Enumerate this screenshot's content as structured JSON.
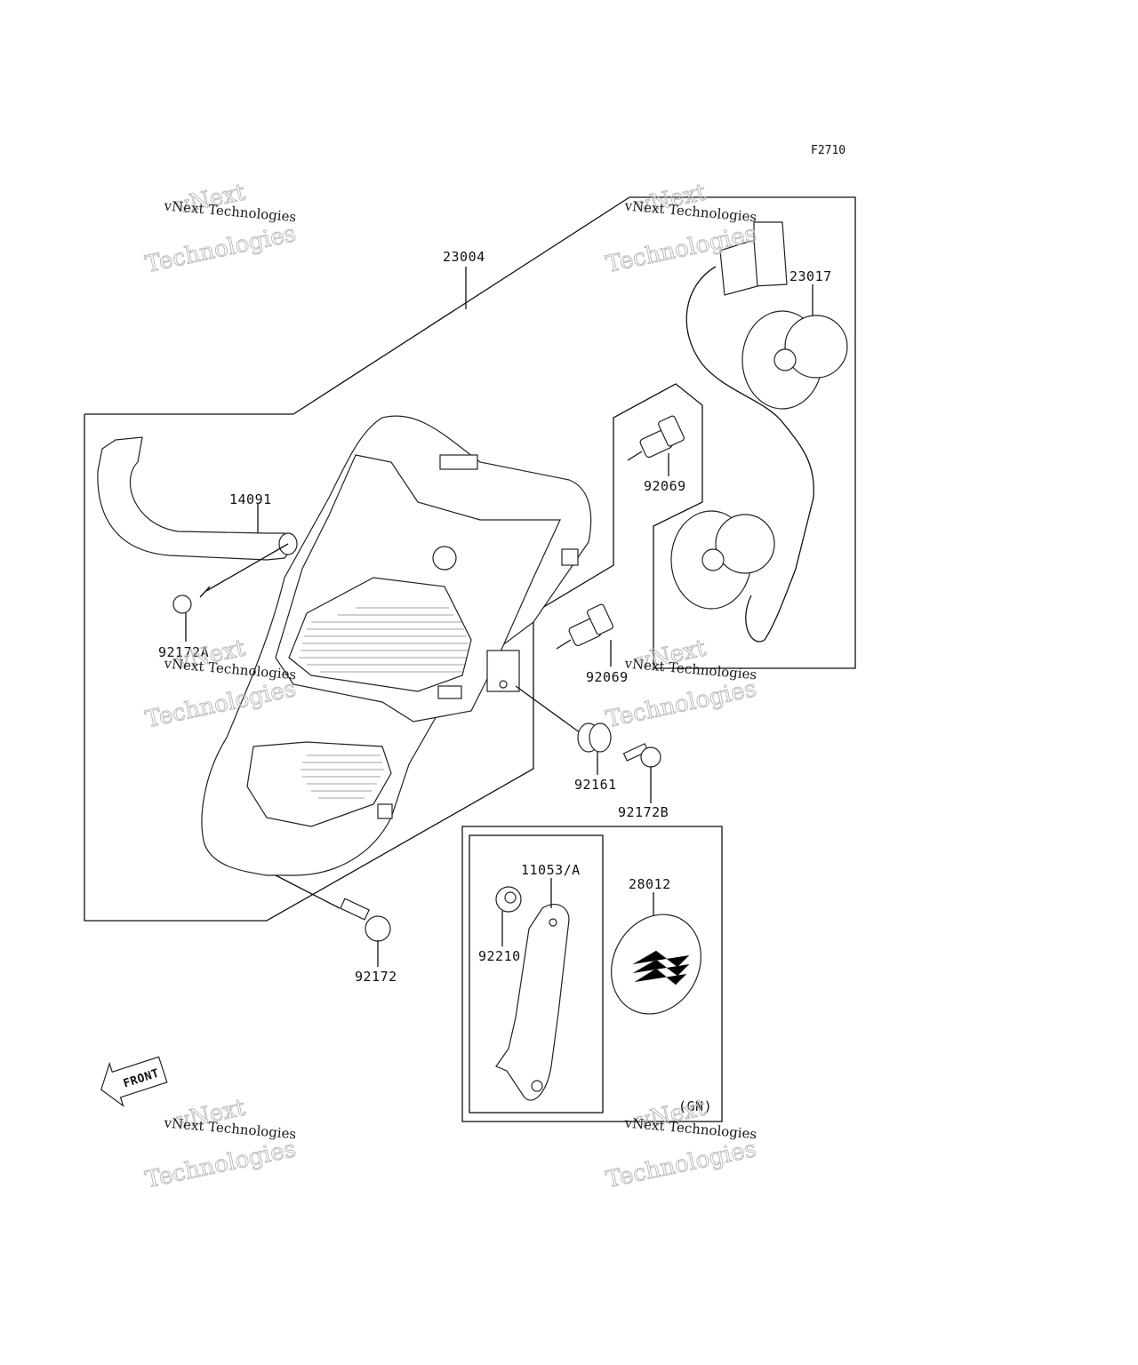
{
  "figure_code": "F2710",
  "parts": {
    "p23004": "23004",
    "p23017": "23017",
    "p14091": "14091",
    "p92069a": "92069",
    "p92069b": "92069",
    "p92172A": "92172A",
    "p92161": "92161",
    "p92172B": "92172B",
    "p11053A": "11053/A",
    "p28012": "28012",
    "p92210": "92210",
    "p92172": "92172"
  },
  "region_note": "(GN)",
  "front_arrow": "FRONT",
  "watermarks": [
    {
      "small": "vNext Technologies",
      "big1": "vNext",
      "big2": "Technologies"
    },
    {
      "small": "vNext Technologies",
      "big1": "vNext",
      "big2": "Technologies"
    },
    {
      "small": "vNext Technologies",
      "big1": "vNext",
      "big2": "Technologies"
    },
    {
      "small": "vNext Technologies",
      "big1": "vNext",
      "big2": "Technologies"
    },
    {
      "small": "vNext Technologies",
      "big1": "vNext",
      "big2": "Technologies"
    },
    {
      "small": "vNext Technologies",
      "big1": "vNext",
      "big2": "Technologies"
    }
  ]
}
